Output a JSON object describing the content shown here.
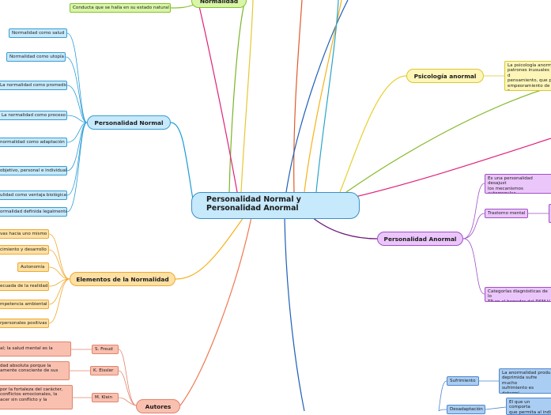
{
  "central": {
    "line1": "Personalidad Normal y",
    "line2": "Personalidad Anormal"
  },
  "topics": {
    "normalidad": "Normalidad",
    "personalidad_normal": "Personalidad Normal",
    "elementos": "Elementos de la Normalidad",
    "autores": "Autores",
    "psicologia_anormal": "Psicología anormal",
    "personalidad_anormal": "Personalidad Anormal"
  },
  "normalidad_leaf": "Conducta que se halla en su estado natural",
  "personalidad_normal_items": [
    "Normalidad como salud",
    "Normalidad como utopía",
    "La normalidad como promedio",
    "La normalidad como proceso",
    "normalidad como adaptación",
    "objetivo, personal e individual",
    "ulidad como ventaja biológica",
    "ormalidad definida legalmente"
  ],
  "elementos_items": [
    "vas hacia uno mismo",
    "cimiento y desarrollo",
    "Autonomía",
    "ecuada de la realidad",
    "mpetencia ambiental",
    "rpersonales positivas"
  ],
  "autores_items": [
    {
      "name": "S. Freud",
      "text": "al; la salud mental es la"
    },
    {
      "name": "K. Eissler",
      "text": "dad absoluta porque la\namente consciente de sus"
    },
    {
      "name": "M. Klein",
      "text": "por la fortaleza del carácter,\nconflictos emocionales, la\nacer sin conflicto y la"
    }
  ],
  "psicologia_anormal_leaf": "La psicología anorm\npatrones inusuales d\npensamiento, que p\nempeoramiento de s\nimportancia",
  "personalidad_anormal_items": [
    "Es una personalidad desajust\nlos mecanismos autorregulac\nde motivos, autovaloración, c",
    "Trastorno mental",
    "Categorías diagnósticas de lo\nTP en el borrador del DSM-V"
  ],
  "bottom_items": [
    {
      "name": "Sufrimiento",
      "text": "La anormalidad produ\ndeprimida sufre mucho\nsufrimiento es determi\nanormal."
    },
    {
      "name": "Desadaptación",
      "text": "El que un comporta\nque permita al indi"
    }
  ]
}
